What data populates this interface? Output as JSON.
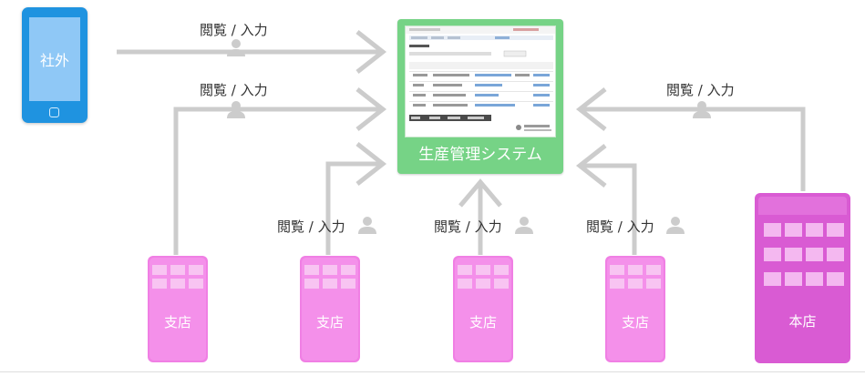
{
  "system": {
    "label": "生産管理システム"
  },
  "external": {
    "label": "社外"
  },
  "headquarters": {
    "label": "本店"
  },
  "branches": [
    {
      "label": "支店"
    },
    {
      "label": "支店"
    },
    {
      "label": "支店"
    },
    {
      "label": "支店"
    }
  ],
  "access_labels": {
    "external": "閲覧 / 入力",
    "branch_left": "閲覧 / 入力",
    "branch_2": "閲覧 / 入力",
    "branch_3": "閲覧 / 入力",
    "branch_4": "閲覧 / 入力",
    "headquarters": "閲覧 / 入力"
  },
  "colors": {
    "system": "#76d386",
    "phone": "#1f93e0",
    "branch": "#f07fe4",
    "headquarters": "#d95bd3",
    "arrow": "#cccccc"
  },
  "icons": [
    "person-icon",
    "home-button-icon"
  ]
}
